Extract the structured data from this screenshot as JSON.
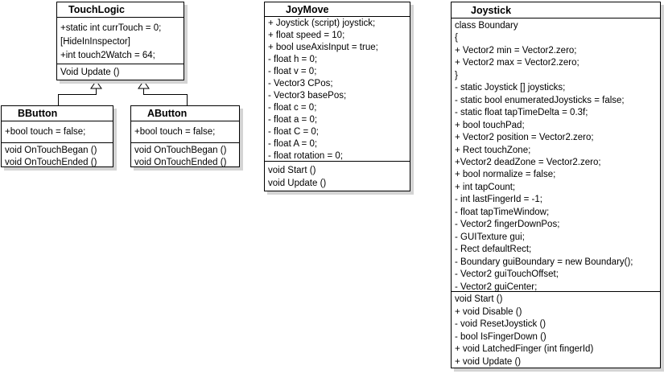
{
  "diagram_type": "uml-class-diagram",
  "colors": {
    "background": "#ffffff",
    "box_fill": "#ffffff",
    "border": "#000000",
    "text": "#000000",
    "shadow": "#d4d4d4"
  },
  "classes": [
    {
      "title": "TouchLogic",
      "attributes": [
        "+static int currTouch = 0;",
        "[HideInInspector]",
        "+int touch2Watch = 64;"
      ],
      "methods": [
        "Void Update ()"
      ]
    },
    {
      "title": "BButton",
      "attributes": [
        "+bool touch = false;"
      ],
      "methods": [
        "void OnTouchBegan ()",
        "void OnTouchEnded ()"
      ]
    },
    {
      "title": "AButton",
      "attributes": [
        "+bool touch = false;"
      ],
      "methods": [
        "void OnTouchBegan ()",
        "void OnTouchEnded ()"
      ]
    },
    {
      "title": "JoyMove",
      "attributes": [
        "+ Joystick (script) joystick;",
        "+ float speed = 10;",
        "+ bool useAxisInput = true;",
        "- float h = 0;",
        "- float v = 0;",
        "- Vector3 CPos;",
        "- Vector3 basePos;",
        "- float c = 0;",
        "- float a = 0;",
        "- float C = 0;",
        "- float A = 0;",
        "- float rotation = 0;"
      ],
      "methods": [
        "void Start ()",
        "void Update ()"
      ]
    },
    {
      "title": "Joystick",
      "attributes": [
        "class Boundary",
        "{",
        "+ Vector2 min = Vector2.zero;",
        "+ Vector2 max = Vector2.zero;",
        "}",
        "- static Joystick [] joysticks;",
        "- static bool enumeratedJoysticks = false;",
        "- static float tapTimeDelta = 0.3f;",
        "+ bool touchPad;",
        "+ Vector2 position = Vector2.zero;",
        "+ Rect touchZone;",
        "+Vector2 deadZone = Vector2.zero;",
        "+ bool normalize = false;",
        "+ int tapCount;",
        "- int lastFingerId = -1;",
        "- float tapTimeWindow;",
        "- Vector2 fingerDownPos;",
        "- GUITexture gui;",
        "- Rect defaultRect;",
        "- Boundary guiBoundary = new Boundary();",
        "- Vector2 guiTouchOffset;",
        "- Vector2 guiCenter;"
      ],
      "methods": [
        "void Start ()",
        "+ void Disable ()",
        "- void ResetJoystick ()",
        "- bool IsFingerDown ()",
        "+ void LatchedFinger (int fingerId)",
        "+ void Update ()"
      ]
    }
  ],
  "relations": [
    {
      "type": "generalization",
      "from": "BButton",
      "to": "TouchLogic"
    },
    {
      "type": "generalization",
      "from": "AButton",
      "to": "TouchLogic"
    }
  ]
}
